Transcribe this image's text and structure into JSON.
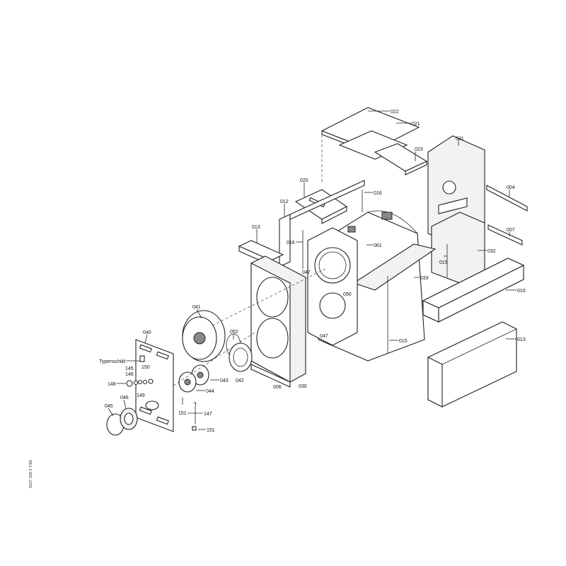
{
  "diagram": {
    "title": "Exploded parts diagram",
    "side_code": "5027 328 5   7/86",
    "labels": [
      "022",
      "021",
      "023",
      "031",
      "020",
      "016",
      "012",
      "013",
      "004",
      "007",
      "016",
      "061",
      "032",
      "015",
      "047",
      "090",
      "033",
      "010",
      "041",
      "052",
      "040",
      "047",
      "015",
      "013",
      "Typenschild",
      "145",
      "146",
      "150",
      "148",
      "149",
      "044",
      "043",
      "042",
      "006",
      "030",
      "151",
      "147",
      "151",
      "045",
      "046"
    ]
  }
}
